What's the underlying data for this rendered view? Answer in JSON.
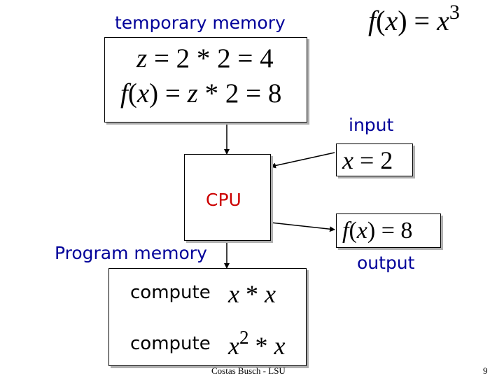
{
  "labels": {
    "temporary_memory": "temporary memory",
    "input": "input",
    "cpu": "CPU",
    "program_memory": "Program memory",
    "output": "output"
  },
  "function_definition": {
    "f": "f",
    "lp": "(",
    "x": "x",
    "rp": ")",
    "eq": " = ",
    "rhs_var": "x",
    "rhs_exp": "3"
  },
  "temporary_memory": {
    "line1": {
      "var": "z",
      "expr": " = 2 * 2 = 4"
    },
    "line2": {
      "f": "f",
      "lp": "(",
      "x": "x",
      "rp": ")",
      "eq": " = ",
      "var": "z",
      "expr": " * 2 = 8"
    }
  },
  "input_box": {
    "var": "x",
    "expr": " = 2"
  },
  "output_box": {
    "f": "f",
    "lp": "(",
    "x": "x",
    "rp": ")",
    "expr": " = 8"
  },
  "program_memory": {
    "instructions": [
      {
        "keyword": "compute",
        "a": "x",
        "op": " * ",
        "b": "x",
        "a_exp": ""
      },
      {
        "keyword": "compute",
        "a": "x",
        "op": " * ",
        "b": "x",
        "a_exp": "2"
      }
    ]
  },
  "footer": {
    "author": "Costas Busch - LSU",
    "page_number": "9"
  },
  "colors": {
    "label_red": "#cc0000",
    "label_blue": "#000099",
    "box_border": "#000000",
    "shadow": "#b0b0b0"
  }
}
